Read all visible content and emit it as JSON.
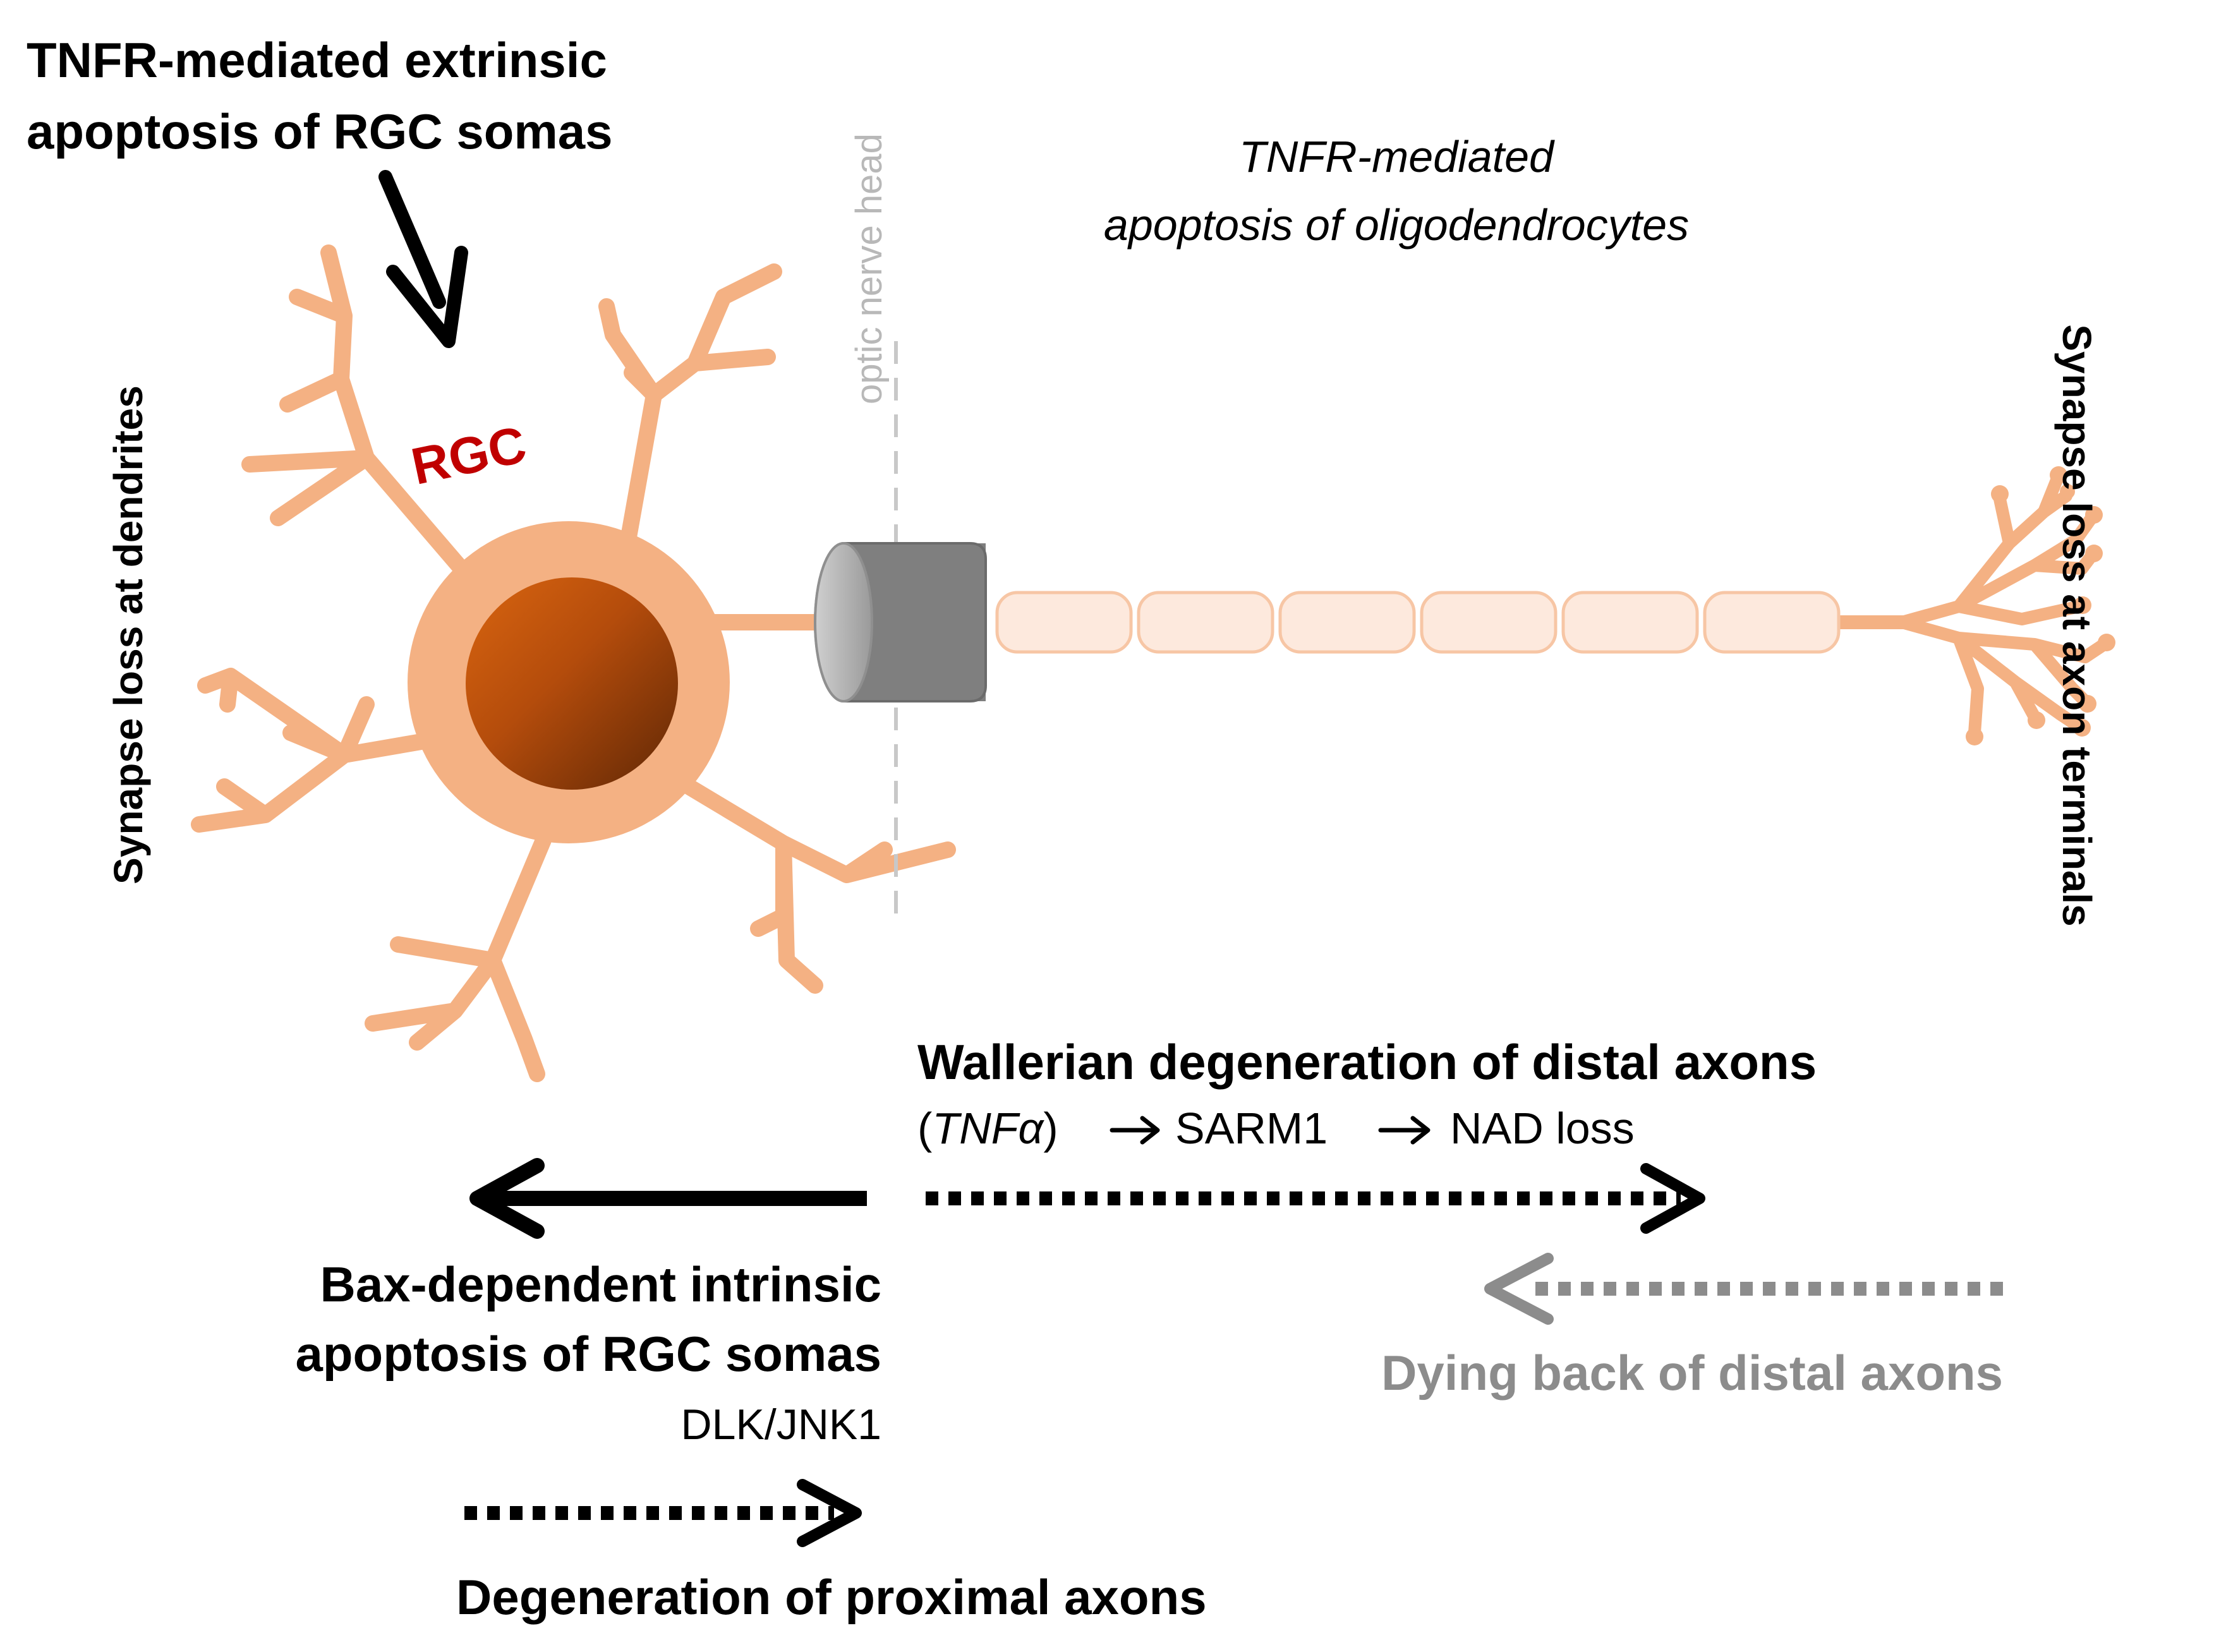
{
  "labels": {
    "tnfr_extrinsic_line1": "TNFR-mediated extrinsic",
    "tnfr_extrinsic_line2": "apoptosis of RGC somas",
    "optic_nerve_head": "optic nerve head",
    "tnfr_oligo_line1": "TNFR-mediated",
    "tnfr_oligo_line2": "apoptosis of oligodendrocytes",
    "rgc": "RGC",
    "synapse_dendrites": "Synapse loss at dendrites",
    "synapse_axon_terminals": "Synapse loss at axon terminals",
    "wallerian_title": "Wallerian degeneration of distal axons",
    "wallerian_paren_open": "(",
    "wallerian_tnf": "TNF",
    "wallerian_alpha": "α",
    "wallerian_paren_close": ")",
    "wallerian_sarm1": "SARM1",
    "wallerian_nad": "NAD loss",
    "bax_line1": "Bax-dependent intrinsic",
    "bax_line2": "apoptosis of RGC somas",
    "dlk_jnk1": "DLK/JNK1",
    "dying_back": "Dying back of distal axons",
    "proximal_degeneration": "Degeneration of proximal axons"
  },
  "colors": {
    "neuron": "#f4b183",
    "myelin_fill": "#fde9dd",
    "myelin_stroke": "#f7c6a5",
    "nucleus_light": "#c55a11",
    "nucleus_dark": "#6b2c06",
    "cap_dark": "#7a7a7a",
    "cap_light": "#c4c4c4",
    "rgc_label": "#c00000",
    "grey_text": "#8c8c8c",
    "optic_line": "#c8c8c8",
    "black": "#000000"
  },
  "icons": {
    "arrow_to_rgc": "arrow-down-right-icon",
    "arrow_left": "arrow-left-icon",
    "arrow_right_dotted": "dotted-arrow-right-icon",
    "arrow_left_dotted_grey": "dotted-arrow-left-icon"
  }
}
